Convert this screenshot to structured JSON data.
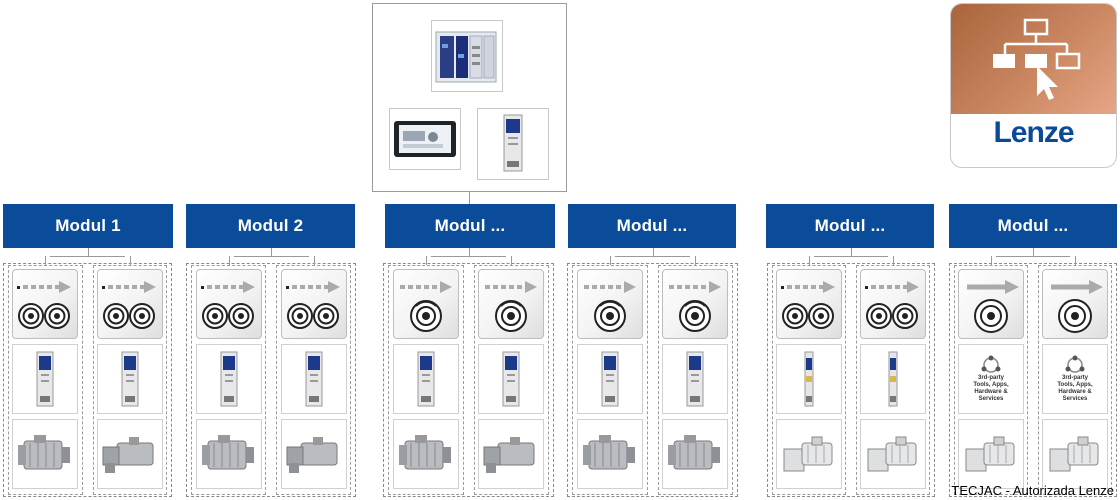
{
  "modules": [
    {
      "label": "Modul 1"
    },
    {
      "label": "Modul 2"
    },
    {
      "label": "Modul ..."
    },
    {
      "label": "Modul ..."
    },
    {
      "label": "Modul ..."
    },
    {
      "label": "Modul ..."
    }
  ],
  "third_party_text": [
    "3rd-party",
    "Tools, Apps,",
    "Hardware &",
    "Services"
  ],
  "logo": {
    "brand": "Lenze"
  },
  "footer": {
    "text": "TECJAC - Autorizada Lenze"
  },
  "colors": {
    "module_header": "#0a4c99",
    "logo_gradient_start": "#a9643d",
    "logo_gradient_end": "#e6a585",
    "brand_text": "#0b4a96"
  },
  "icons": [
    "controller-icon",
    "hmi-panel-icon",
    "servo-inverter-icon",
    "motion-axis-icon",
    "synchronous-servo-motor-icon",
    "gear-motor-icon",
    "network-icon",
    "hierarchy-cursor-icon"
  ]
}
